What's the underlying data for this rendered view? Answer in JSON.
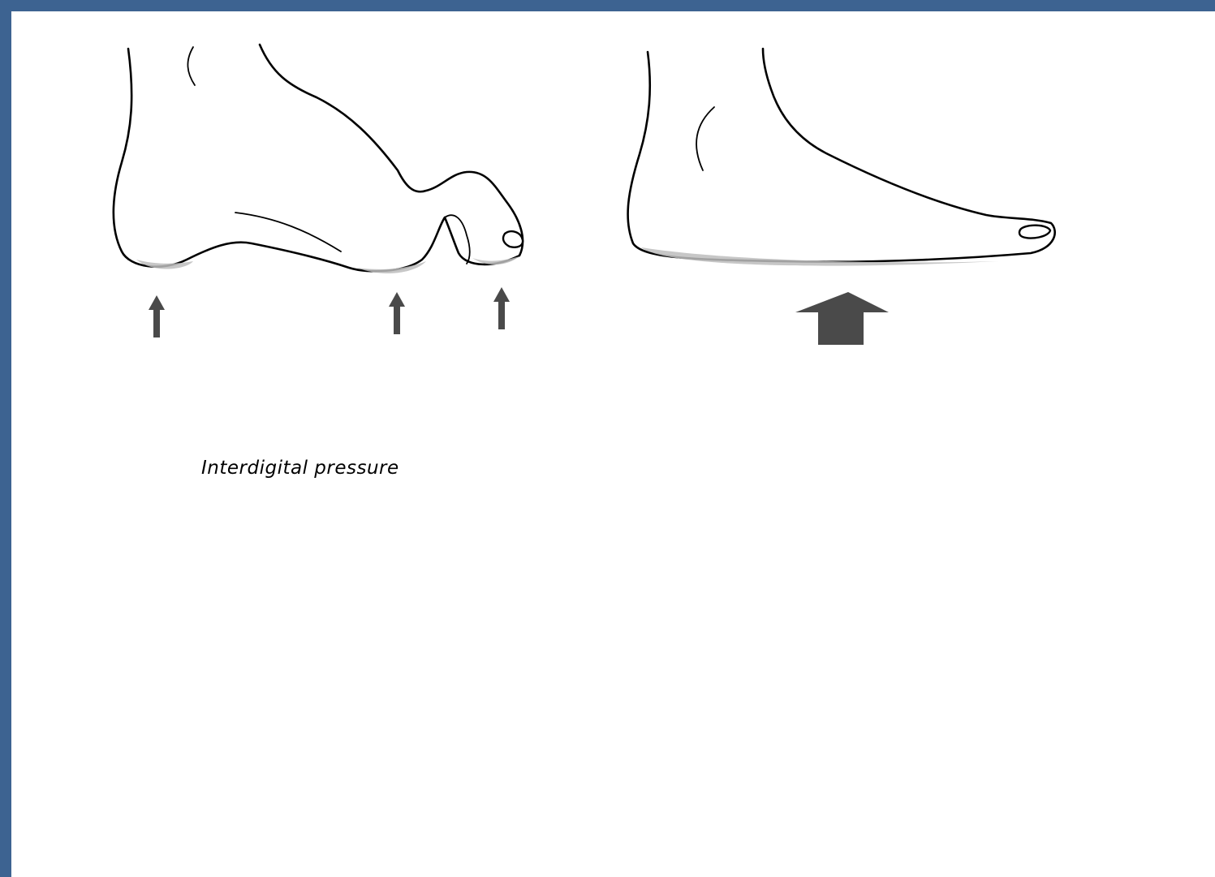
{
  "labels": {
    "interdigital": "Interdigital pressure"
  },
  "panels": [
    {
      "id": "clawed-foot-side-view"
    },
    {
      "id": "normal-foot-side-view"
    },
    {
      "id": "toes-front-view-interdigital"
    },
    {
      "id": "toes-three-quarter-view"
    }
  ],
  "colors": {
    "background_frame": "#3d6391",
    "canvas": "#ffffff",
    "ink": "#000000",
    "arrow": "#4a4a4a",
    "shade": "#bdbdbd"
  }
}
